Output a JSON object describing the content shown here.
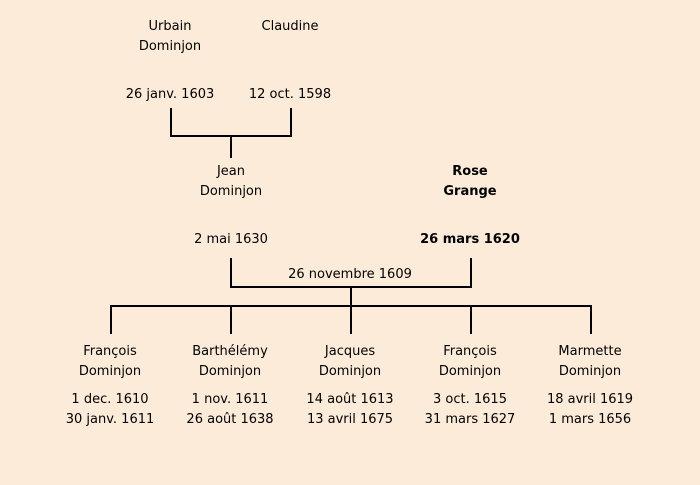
{
  "grandparents": {
    "father": {
      "first": "Urbain",
      "last": "Dominjon",
      "date": "26 janv. 1603"
    },
    "mother": {
      "first": "Claudine",
      "last": "",
      "date": "12 oct. 1598"
    }
  },
  "parents": {
    "father": {
      "first": "Jean",
      "last": "Dominjon",
      "date": "2 mai 1630"
    },
    "mother": {
      "first": "Rose",
      "last": "Grange",
      "date": "26 mars 1620"
    },
    "marriage": "26 novembre 1609"
  },
  "children": [
    {
      "first": "François",
      "last": "Dominjon",
      "birth": "1 dec. 1610",
      "death": "30 janv. 1611"
    },
    {
      "first": "Barthélémy",
      "last": "Dominjon",
      "birth": "1 nov. 1611",
      "death": "26 août 1638"
    },
    {
      "first": "Jacques",
      "last": "Dominjon",
      "birth": "14 août 1613",
      "death": "13 avril 1675"
    },
    {
      "first": "François",
      "last": "Dominjon",
      "birth": "3 oct. 1615",
      "death": "31 mars 1627"
    },
    {
      "first": "Marmette",
      "last": "Dominjon",
      "birth": "18 avril 1619",
      "death": "1 mars 1656"
    }
  ]
}
